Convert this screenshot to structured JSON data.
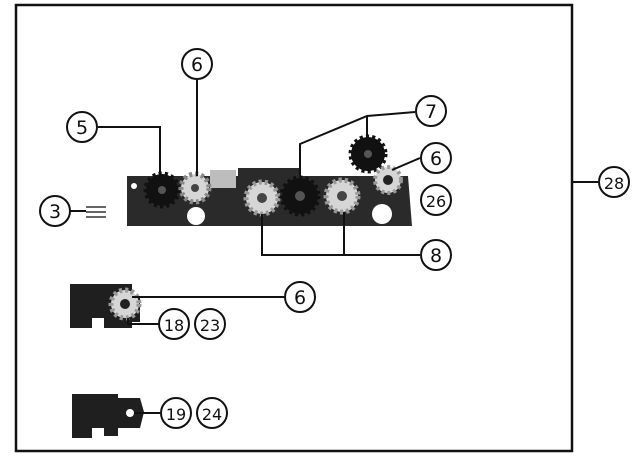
{
  "callouts": {
    "c3": "3",
    "c5": "5",
    "c6a": "6",
    "c7": "7",
    "c6b": "6",
    "c26": "26",
    "c8": "8",
    "c28": "28",
    "c6c": "6",
    "c18": "18",
    "c23": "23",
    "c19": "19",
    "c24": "24"
  },
  "colors": {
    "line": "#111111",
    "plate": "#222222",
    "gear_light": "#cfcfcf",
    "gear_dark": "#1a1a1a"
  }
}
